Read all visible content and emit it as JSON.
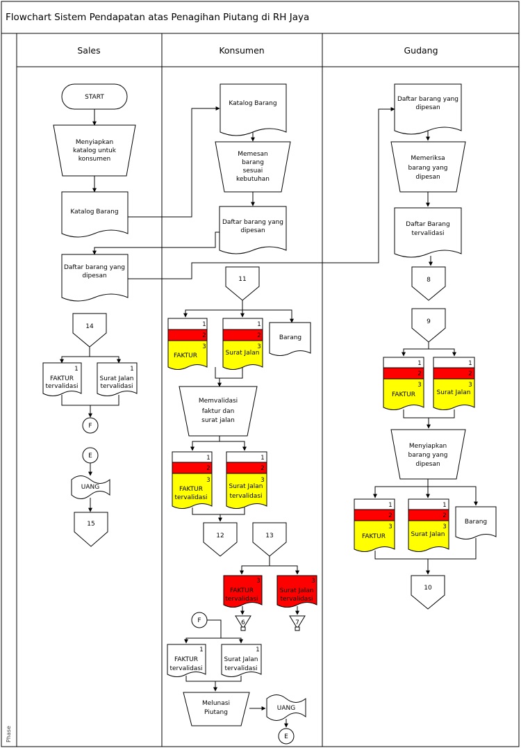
{
  "title": "Flowchart Sistem Pendapatan atas Penagihan Piutang di RH Jaya",
  "phase_label": "Phase",
  "lanes": [
    "Sales",
    "Konsumen",
    "Gudang"
  ],
  "sales": {
    "start": "START",
    "step_prepare": [
      "Menyiapkan",
      "katalog untuk",
      "konsumen"
    ],
    "doc_catalog": "Katalog Barang",
    "doc_order": [
      "Daftar barang yang",
      "dipesan"
    ],
    "conn_14": "14",
    "faktur_copy": "1",
    "faktur": [
      "FAKTUR",
      "tervalidasi"
    ],
    "sj_copy": "1",
    "sj": [
      "Surat Jalan",
      "tervalidasi"
    ],
    "conn_f": "F",
    "conn_e": "E",
    "uang": "UANG",
    "conn_15": "15"
  },
  "konsumen": {
    "doc_catalog": "Katalog Barang",
    "step_order": [
      "Memesan",
      "barang",
      "sesuai",
      "kebutuhan"
    ],
    "doc_order": [
      "Daftar barang yang",
      "dipesan"
    ],
    "conn_11": "11",
    "faktur_set": {
      "n1": "1",
      "n2": "2",
      "n3": "3",
      "label": "FAKTUR"
    },
    "sj_set": {
      "n1": "1",
      "n2": "2",
      "n3": "3",
      "label": "Surat Jalan"
    },
    "barang": "Barang",
    "step_validate": [
      "Memvalidasi",
      "faktur dan",
      "surat jalan"
    ],
    "faktur_valid_set": {
      "n1": "1",
      "n2": "2",
      "n3": "3",
      "label": [
        "FAKTUR",
        "tervalidasi"
      ]
    },
    "sj_valid_set": {
      "n1": "1",
      "n2": "2",
      "n3": "3",
      "label": [
        "Surat Jalan",
        "tervalidasi"
      ]
    },
    "conn_12": "12",
    "conn_13": "13",
    "red_faktur": {
      "n": "3",
      "label": [
        "FAKTUR",
        "tervalidasi"
      ]
    },
    "red_sj": {
      "n": "3",
      "label": [
        "Surat Jalan",
        "tervalidasi"
      ]
    },
    "file_6": "6",
    "file_7": "7",
    "conn_f": "F",
    "faktur_copy": "1",
    "faktur": [
      "FAKTUR",
      "tervalidasi"
    ],
    "sj_copy": "1",
    "sj": [
      "Surat Jalan",
      "tervalidasi"
    ],
    "step_pay": [
      "Melunasi",
      "Piutang"
    ],
    "uang": "UANG",
    "conn_e": "E"
  },
  "gudang": {
    "doc_order": [
      "Daftar barang yang",
      "dipesan"
    ],
    "step_check": [
      "Memeriksa",
      "barang yang",
      "dipesan"
    ],
    "doc_valid": [
      "Daftar Barang",
      "tervalidasi"
    ],
    "conn_8": "8",
    "conn_9": "9",
    "faktur_set": {
      "n1": "1",
      "n2": "2",
      "n3": "3",
      "label": "FAKTUR"
    },
    "sj_set": {
      "n1": "1",
      "n2": "2",
      "n3": "3",
      "label": "Surat Jalan"
    },
    "step_prepare": [
      "Menyiapkan",
      "barang yang",
      "dipesan"
    ],
    "faktur_set2": {
      "n1": "1",
      "n2": "2",
      "n3": "3",
      "label": "FAKTUR"
    },
    "sj_set2": {
      "n1": "1",
      "n2": "2",
      "n3": "3",
      "label": "Surat Jalan"
    },
    "barang": "Barang",
    "conn_10": "10"
  },
  "colors": {
    "red": "#ff0000",
    "yellow": "#ffff00",
    "line": "#000000",
    "background": "#ffffff"
  }
}
